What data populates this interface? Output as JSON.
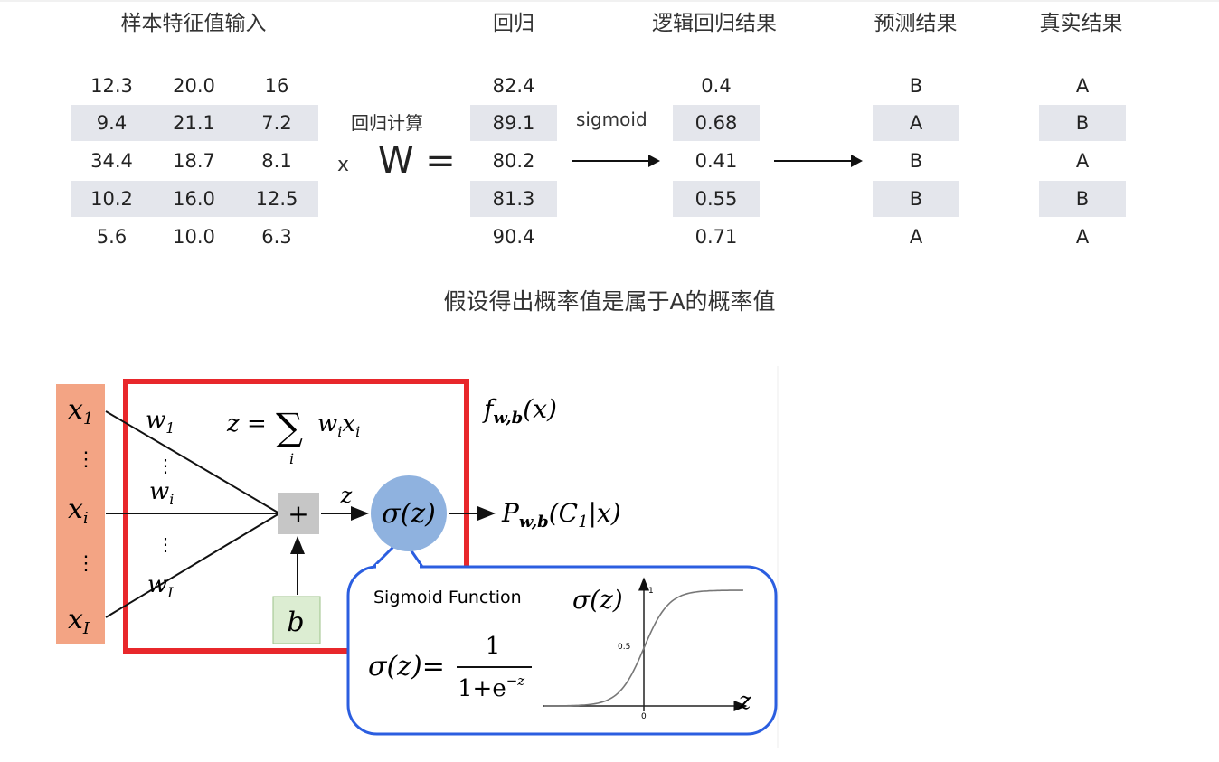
{
  "table": {
    "headers": {
      "features": "样本特征值输入",
      "regression": "回归",
      "logistic": "逻辑回归结果",
      "predicted": "预测结果",
      "actual": "真实结果"
    },
    "rows": [
      {
        "f1": "12.3",
        "f2": "20.0",
        "f3": "16",
        "reg": "82.4",
        "logit": "0.4",
        "pred": "B",
        "actual": "A"
      },
      {
        "f1": "9.4",
        "f2": "21.1",
        "f3": "7.2",
        "reg": "89.1",
        "logit": "0.68",
        "pred": "A",
        "actual": "B"
      },
      {
        "f1": "34.4",
        "f2": "18.7",
        "f3": "8.1",
        "reg": "80.2",
        "logit": "0.41",
        "pred": "B",
        "actual": "A"
      },
      {
        "f1": "10.2",
        "f2": "16.0",
        "f3": "12.5",
        "reg": "81.3",
        "logit": "0.55",
        "pred": "B",
        "actual": "B"
      },
      {
        "f1": "5.6",
        "f2": "10.0",
        "f3": "6.3",
        "reg": "90.4",
        "logit": "0.71",
        "pred": "A",
        "actual": "A"
      }
    ],
    "regression_calc_label": "回归计算",
    "times_sign": "x",
    "weight_equals": "W =",
    "sigmoid_label": "sigmoid"
  },
  "caption": "假设得出概率值是属于A的概率值",
  "diagram": {
    "inputs": {
      "x1": "x",
      "x1_sub": "1",
      "xi": "x",
      "xi_sub": "i",
      "xI": "x",
      "xI_sub": "I",
      "dots": "⋮"
    },
    "weights": {
      "w1": "w",
      "w1_sub": "1",
      "wi": "w",
      "wi_sub": "i",
      "wI": "w",
      "wI_sub": "I"
    },
    "sum_formula": {
      "lhs": "z = ",
      "sigma": "∑",
      "index": "i",
      "term_w": "w",
      "term_w_sub": "i",
      "term_x": "x",
      "term_x_sub": "i"
    },
    "plus": "+",
    "bias": "b",
    "z_label": "z",
    "sigma_node": "σ(z)",
    "function_label": {
      "main": "f",
      "sub": "w,b",
      "arg": "(x)"
    },
    "output": {
      "main": "P",
      "sub": "w,b",
      "arg": "(C",
      "arg_sub": "1",
      "arg_end": "|x)"
    },
    "callout": {
      "title": "Sigmoid Function",
      "lhs": "σ(z)=",
      "numerator": "1",
      "denominator": "1+e",
      "exponent": "−z",
      "plot_ylabel": "σ(z)",
      "plot_xlabel": "z",
      "tick_y_top": "1",
      "tick_y_mid": "0.5",
      "tick_x_zero": "0"
    },
    "colors": {
      "input_box": "#f3a484",
      "red_frame": "#e8272b",
      "sum_box": "#c6c6c6",
      "bias_box": "#dcedd2",
      "sigma_circle": "#8fb2df",
      "callout_border": "#2b5ee0"
    }
  }
}
